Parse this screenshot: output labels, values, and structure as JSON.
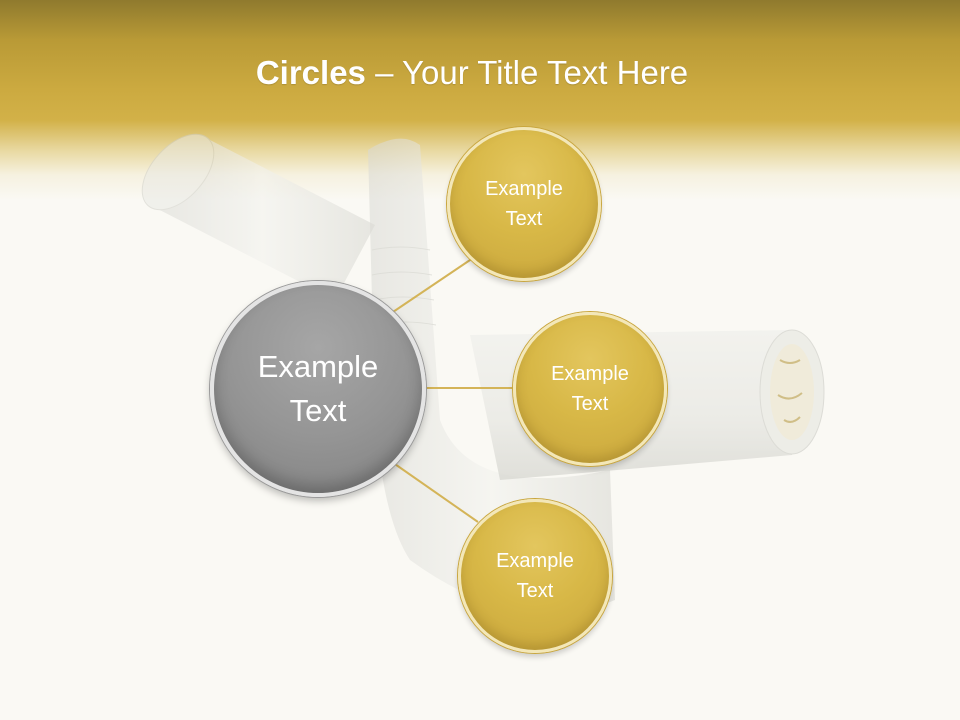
{
  "slide": {
    "title_bold": "Circles",
    "title_rest": " – Your Title Text Here"
  },
  "diagram": {
    "center": {
      "line1": "Example",
      "line2": "Text"
    },
    "nodes": [
      {
        "line1": "Example",
        "line2": "Text"
      },
      {
        "line1": "Example",
        "line2": "Text"
      },
      {
        "line1": "Example",
        "line2": "Text"
      }
    ]
  },
  "colors": {
    "header": "#ccaa40",
    "gold_circle": "#d8b847",
    "grey_circle": "#959595",
    "connector": "#d4b458",
    "background": "#faf9f4"
  }
}
